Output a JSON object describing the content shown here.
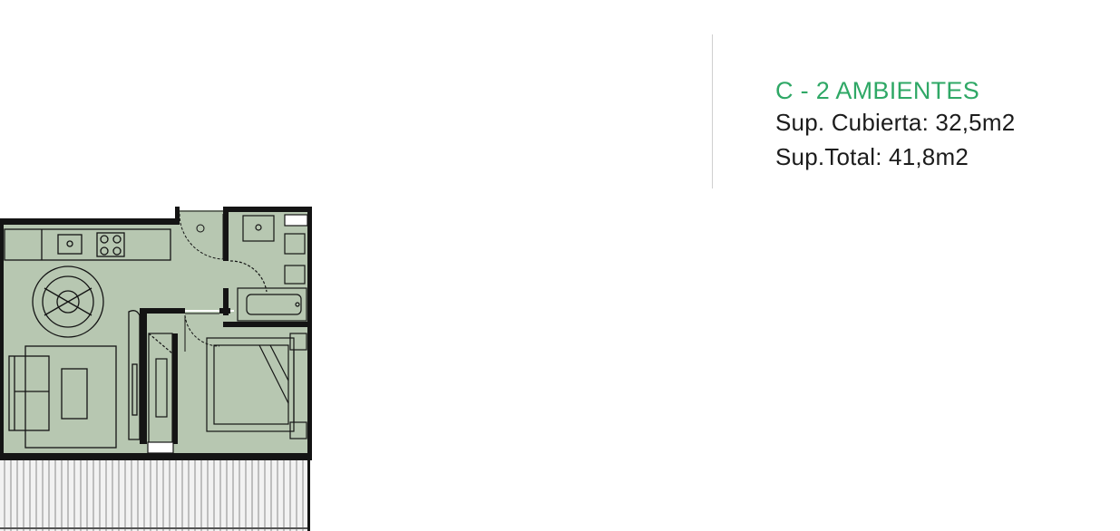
{
  "unit": {
    "title": "C - 2 AMBIENTES",
    "covered_area": "Sup. Cubierta: 32,5m2",
    "total_area": "Sup.Total: 41,8m2"
  },
  "colors": {
    "accent": "#2fa866",
    "floor": "#b7c7b1",
    "wall": "#141414",
    "text": "#1c1c1c"
  },
  "plan": {
    "rooms": [
      "living-kitchen",
      "bedroom",
      "bathroom",
      "closet",
      "balcony"
    ]
  }
}
